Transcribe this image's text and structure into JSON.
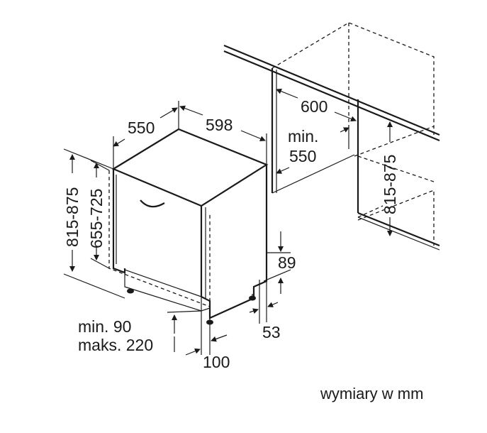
{
  "dimensions": {
    "width_550": "550",
    "width_598": "598",
    "niche_600": "600",
    "niche_min_label": "min.",
    "niche_min_550": "550",
    "height_815_875_left": "815-875",
    "height_655_725": "655-725",
    "height_815_875_right": "815-875",
    "plinth_89": "89",
    "plinth_53": "53",
    "toe_min_label": "min. 90",
    "toe_max_label": "maks. 220",
    "depth_100": "100"
  },
  "footer": {
    "units_note": "wymiary w mm"
  }
}
